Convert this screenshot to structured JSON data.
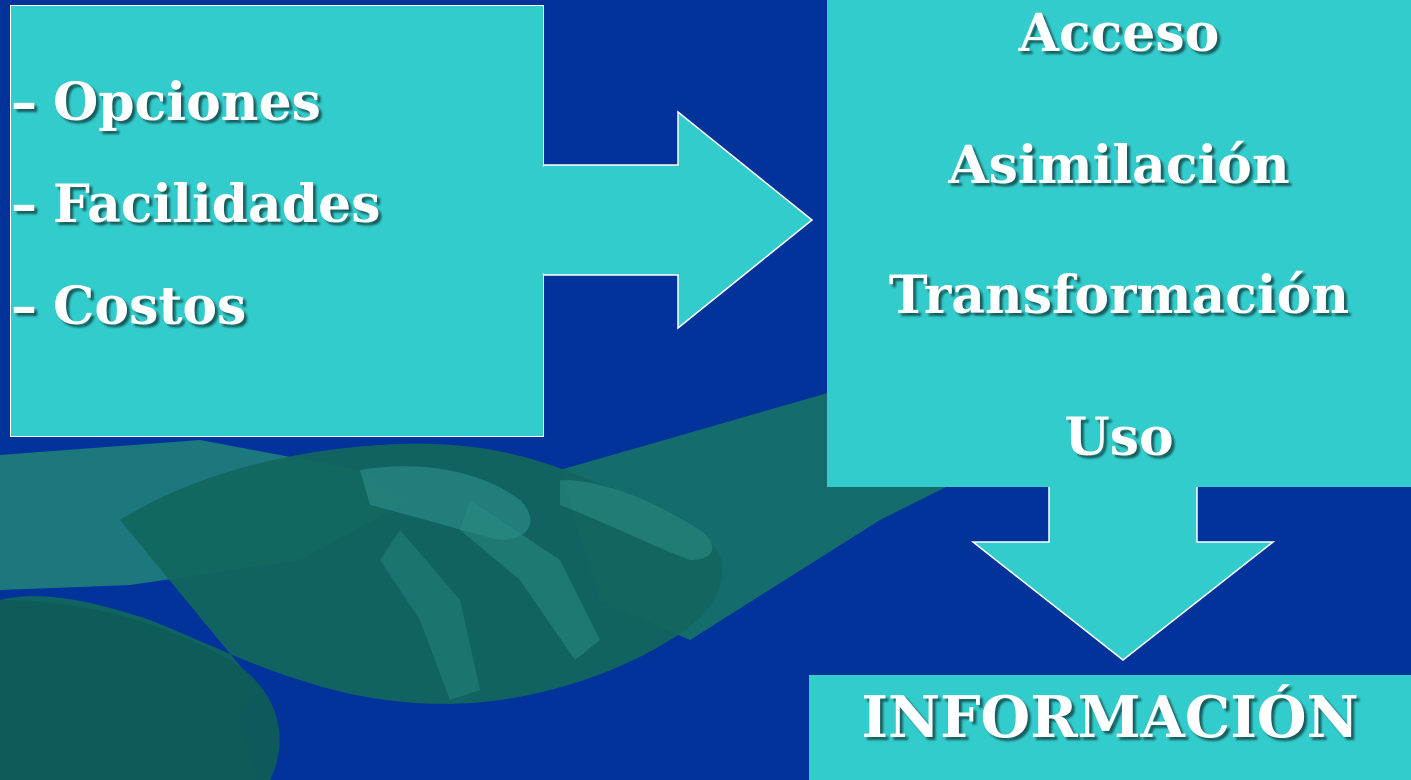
{
  "colors": {
    "background": "#02339a",
    "box_fill": "#33cccc",
    "handshake": "#15706a",
    "text": "#ffffff"
  },
  "left_box": {
    "items": [
      {
        "bullet": "–",
        "label": "Opciones"
      },
      {
        "bullet": "–",
        "label": "Facilidades"
      },
      {
        "bullet": "–",
        "label": "Costos"
      }
    ]
  },
  "process_box": {
    "stages": [
      "Acceso",
      "Asimilación",
      "Transformación",
      "Uso"
    ]
  },
  "result_box": {
    "label": "INFORMACIÓN"
  }
}
